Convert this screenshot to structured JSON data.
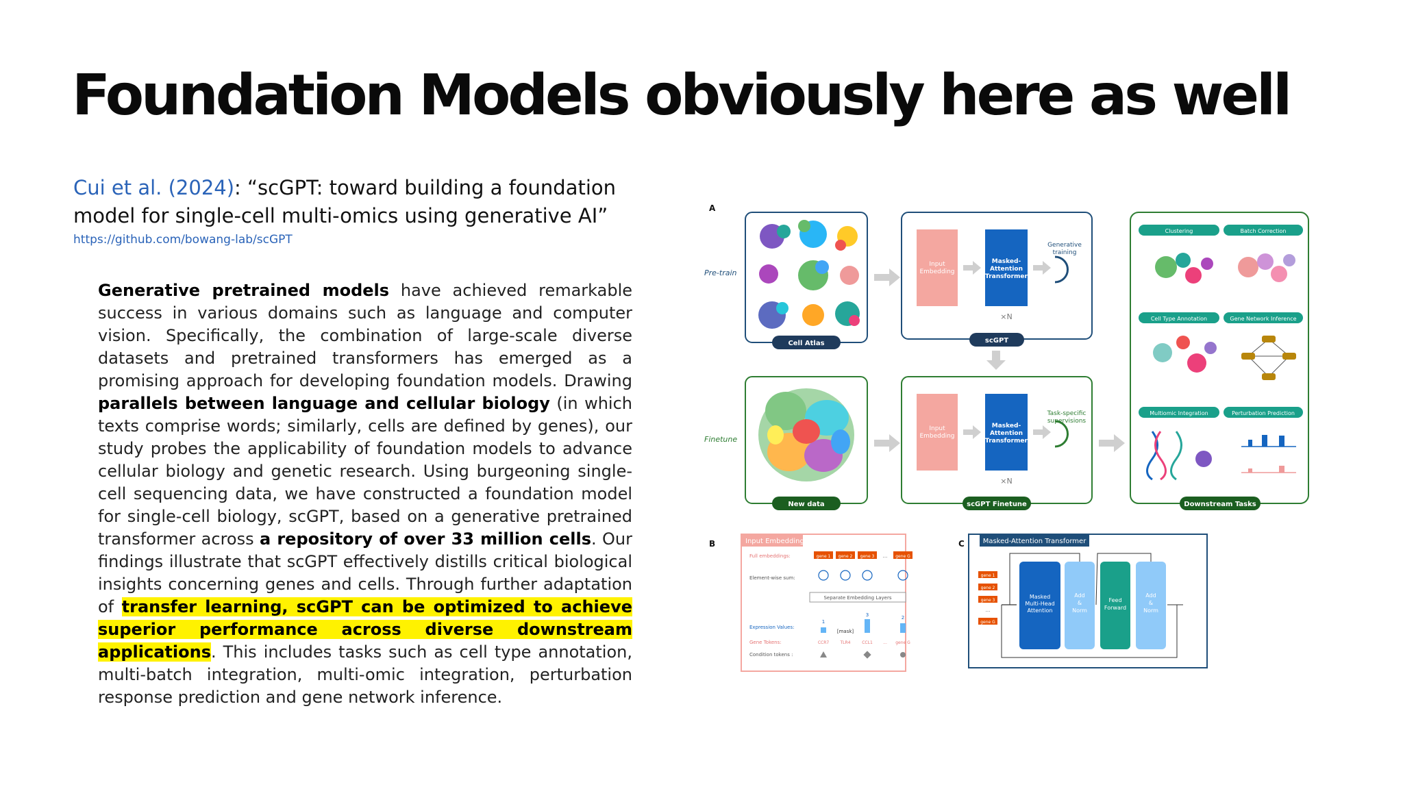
{
  "slide": {
    "title": "Foundation Models obviously here as well"
  },
  "citation": {
    "authors": "Cui et al. (2024)",
    "sep": ": ",
    "paper_title": "“scGPT: toward building a foundation model for single-cell multi-omics using generative AI”",
    "url": "https://github.com/bowang-lab/scGPT"
  },
  "abstract": {
    "b1": "Generative pretrained models",
    "t1": " have achieved remarkable success in various domains such as language and computer vision. Specifically, the combination of large-scale diverse datasets and pretrained transformers has emerged as a promising approach for developing foundation models. Drawing ",
    "b2": "parallels between language and cellular biology",
    "t2": " (in which texts comprise words; similarly, cells are defined by genes), our study probes the applicability of foundation models to advance cellular biology and genetic research. Using burgeoning single-cell sequencing data, we have constructed a foundation model for single-cell biology, scGPT, based on a generative pretrained transformer across ",
    "b3": "a repository of over 33 million cells",
    "t3": ". Our findings illustrate that scGPT effectively distills critical biological insights concerning genes and cells. Through further adaptation of ",
    "h1": "transfer learning, scGPT can be optimized to achieve superior performance across diverse downstream applications",
    "t4": ". This includes tasks such as cell type annotation, multi-batch integration, multi-omic integration, perturbation response prediction and gene network inference."
  },
  "figure": {
    "panel_a": "A",
    "panel_b": "B",
    "panel_c": "C",
    "pretrain": "Pre-train",
    "finetune": "Finetune",
    "cell_atlas": "Cell Atlas",
    "new_data": "New data",
    "scgpt": "scGPT",
    "scgpt_finetune": "scGPT Finetune",
    "downstream": "Downstream Tasks",
    "input_emb_1": "Input",
    "input_emb_2": "Embedding",
    "mat_1": "Masked-",
    "mat_2": "Attention",
    "mat_3": "Transformer",
    "xn": "×N",
    "gen_1": "Generative",
    "gen_2": "training",
    "task_1": "Task-specific",
    "task_2": "supervisions",
    "tasks": [
      "Clustering",
      "Batch Correction",
      "Cell Type Annotation",
      "Gene Network Inference",
      "Multiomic Integration",
      "Perturbation Prediction"
    ],
    "b_title": "Input Embedding",
    "full_emb": "Full embeddings:",
    "genes": [
      "gene 1",
      "gene 2",
      "gene 3",
      "...",
      "gene G"
    ],
    "elem_sum": "Element-wise sum:",
    "sep_layers": "Separate Embedding Layers",
    "expr_values": "Expression Values:",
    "gene_tokens": "Gene Tokens:",
    "cond_tokens": "Condition tokens :",
    "expr_nums": [
      "1",
      "[mask]",
      "3",
      "2"
    ],
    "token_names": [
      "CCR7",
      "TLR4",
      "CCL1",
      "...",
      "gene G"
    ],
    "c_title": "Masked-Attention Transformer",
    "c_genes": [
      "gene 1",
      "gene 2",
      "gene 3",
      "...",
      "gene G"
    ],
    "mha_1": "Masked",
    "mha_2": "Multi-Head",
    "mha_3": "Attention",
    "add_1": "Add",
    "add_2": "&",
    "add_3": "Norm",
    "ff_1": "Feed",
    "ff_2": "Forward"
  },
  "colors": {
    "accent_blue": "#2a63b8",
    "highlight": "#fff200",
    "box_green": "#2e7d32",
    "box_blue": "#1f4e79",
    "teal": "#1aa08a",
    "salmon": "#f4a7a0",
    "transformer_blue": "#1565c0"
  }
}
